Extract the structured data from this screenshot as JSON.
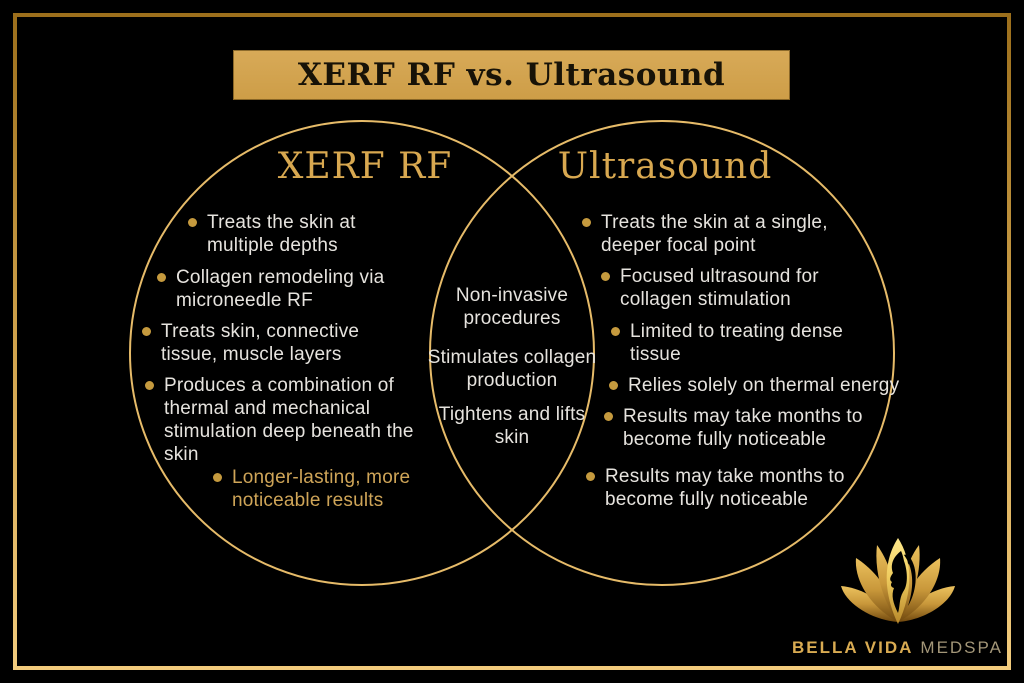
{
  "title": "XERF RF vs. Ultrasound",
  "venn": {
    "left": {
      "heading": "XERF RF",
      "items": [
        "Treats the skin at multiple depths",
        "Collagen remodeling via microneedle RF",
        "Treats skin, connective tissue, muscle layers",
        "Produces a combination of thermal and mechanical stimulation deep beneath the skin",
        "Longer-lasting, more noticeable results"
      ]
    },
    "overlap": {
      "items": [
        "Non-invasive procedures",
        "Stimulates collagen production",
        "Tightens and lifts skin"
      ]
    },
    "right": {
      "heading": "Ultrasound",
      "items": [
        "Treats the skin at a single, deeper focal point",
        "Focused ultrasound for collagen stimulation",
        "Limited to treating dense tissue",
        "Relies solely on thermal energy",
        "Results may take months to become fully noticeable",
        "Results may take months to become fully noticeable"
      ]
    }
  },
  "logo": {
    "icon": "lotus-woman-icon",
    "name_primary": "BELLA VIDA",
    "name_secondary": "MEDSPA"
  },
  "colors": {
    "background": "#000000",
    "frame_gold_dark": "#9c6f1c",
    "frame_gold_light": "#f2cb7d",
    "banner_fill": "#d2a34f",
    "banner_text": "#171207",
    "heading_gold": "#d8a850",
    "circle_stroke": "#e6bb69",
    "bullet_dot": "#c59a3e",
    "body_text": "#e6e3de",
    "highlight_text": "#cfa558"
  }
}
